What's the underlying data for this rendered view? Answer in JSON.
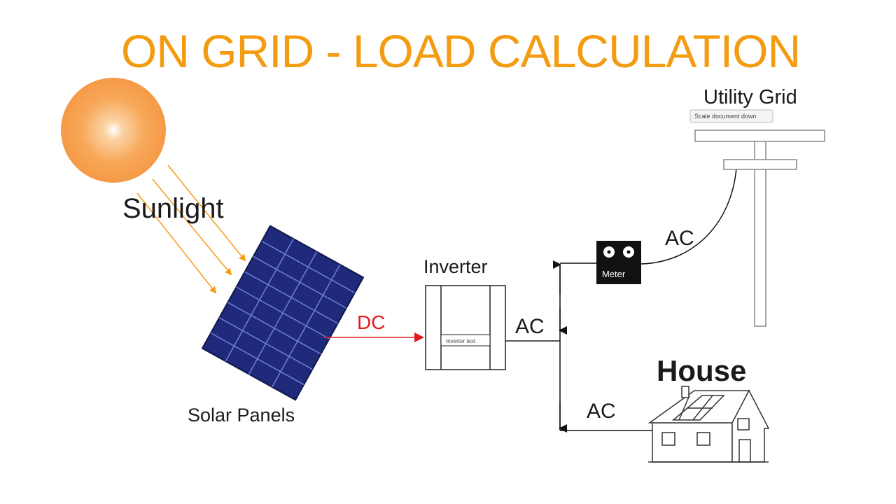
{
  "title": "ON GRID - LOAD CALCULATION",
  "diagram": {
    "sunlight_label": "Sunlight",
    "solar_panels_label": "Solar Panels",
    "dc_label": "DC",
    "inverter_label": "Inverter",
    "inverter_screen_text": "Inverter text",
    "ac_label_inverter": "AC",
    "ac_label_grid": "AC",
    "ac_label_house": "AC",
    "meter_label": "Meter",
    "utility_grid_label": "Utility Grid",
    "tooltip_text": "Scale document down",
    "house_label": "House"
  },
  "colors": {
    "title": "#f39c12",
    "sun": "#f7a24a",
    "light_rays": "#f39c12",
    "panel": "#1f2a7a",
    "dc_line": "#e21b1b"
  }
}
